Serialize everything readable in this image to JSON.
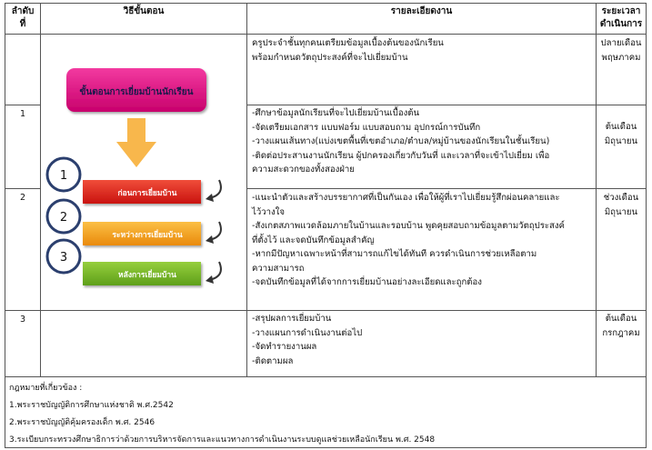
{
  "header": {
    "col_no": "ลำดับที่",
    "col_no_l1": "ลำดับ",
    "col_no_l2": "ที่",
    "col_method": "วิธีขั้นตอน",
    "col_detail": "รายละเอียดงาน",
    "col_time_l1": "ระยะเวลา",
    "col_time_l2": "ดำเนินการ"
  },
  "diagram": {
    "title": "ขั้นตอนการเยี่ยมบ้านนักเรียน",
    "colors": {
      "title_bg": "#e5007e",
      "arrow": "#f8b74c",
      "step1": "#e4221b",
      "step2": "#f7a21b",
      "step3": "#7ab929"
    },
    "steps": [
      {
        "num": "1",
        "label": "ก่อนการเยี่ยมบ้าน"
      },
      {
        "num": "2",
        "label": "ระหว่างการเยี่ยมบ้าน"
      },
      {
        "num": "3",
        "label": "หลังการเยี่ยมบ้าน"
      }
    ]
  },
  "rows": [
    {
      "no": "",
      "details": [
        "ครูประจำชั้นทุกคนเตรียมข้อมูลเบื้องต้นของนักเรียน",
        "พร้อมกำหนดวัตถุประสงค์ที่จะไปเยี่ยมบ้าน"
      ],
      "time": [
        "ปลายเดือน",
        "พฤษภาคม"
      ]
    },
    {
      "no": "1",
      "details": [
        "-ศึกษาข้อมูลนักเรียนที่จะไปเยี่ยมบ้านเบื้องต้น",
        "-จัดเตรียมเอกสาร แบบฟอร์ม แบบสอบถาม อุปกรณ์การบันทึก",
        "-วางแผนเส้นทาง(แบ่งเขตพื้นที่เขตอำเภอ/ตำบล/หมู่บ้านของนักเรียนในชั้นเรียน)",
        "-ติดต่อประสานงานนักเรียน ผู้ปกครองเกี่ยวกับวันที่ และเวลาที่จะเข้าไปเยี่ยม เพื่อ",
        "ความสะดวกของทั้งสองฝ่าย"
      ],
      "time": [
        "ต้นเดือน",
        "มิถุนายน"
      ]
    },
    {
      "no": "2",
      "details": [
        "-แนะนำตัวและสร้างบรรยากาศที่เป็นกันเอง เพื่อให้ผู้ที่เราไปเยี่ยมรู้สึกผ่อนคลายและ",
        "ไว้วางใจ",
        "-สังเกตสภาพแวดล้อมภายในบ้านและรอบบ้าน พูดคุยสอบถามข้อมูลตามวัตถุประสงค์",
        "ที่ตั้งไว้ และจดบันทึกข้อมูลสำคัญ",
        "-หากมีปัญหาเฉพาะหน้าที่สามารถแก้ไขได้ทันที ควรดำเนินการช่วยเหลือตาม",
        "ความสามารถ",
        "-จดบันทึกข้อมูลที่ได้จากการเยี่ยมบ้านอย่างละเอียดและถูกต้อง"
      ],
      "time": [
        "ช่วงเดือน",
        "มิถุนายน"
      ]
    },
    {
      "no": "3",
      "details": [
        "-สรุปผลการเยี่ยมบ้าน",
        "-วางแผนการดำเนินงานต่อไป",
        "-จัดทำรายงานผล",
        "-ติดตามผล"
      ],
      "time": [
        "ต้นเดือน",
        "กรกฎาคม"
      ]
    }
  ],
  "laws": {
    "heading": "กฎหมายที่เกี่ยวข้อง :",
    "items": [
      "1.พระราชบัญญัติการศึกษาแห่งชาติ พ.ศ.2542",
      "2.พระราชบัญญัติคุ้มครองเด็ก พ.ศ. 2546",
      "3.ระเบียบกระทรวงศึกษาธิการว่าด้วยการบริหารจัดการและแนวทางการดำเนินงานระบบดูแลช่วยเหลือนักเรียน พ.ศ. 2548"
    ]
  }
}
